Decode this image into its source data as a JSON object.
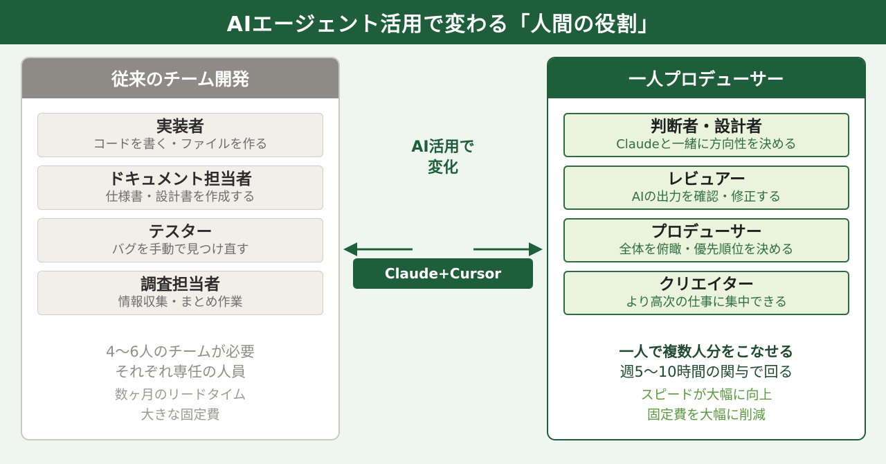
{
  "title": "AIエージェント活用で変わる「人間の役割」",
  "center": {
    "line1": "AI活用で",
    "line2": "変化",
    "tool": "Claude+Cursor"
  },
  "left": {
    "heading": "従来のチーム開発",
    "cards": [
      {
        "title": "実装者",
        "sub": "コードを書く・ファイルを作る"
      },
      {
        "title": "ドキュメント担当者",
        "sub": "仕様書・設計書を作成する"
      },
      {
        "title": "テスター",
        "sub": "バグを手動で見つけ直す"
      },
      {
        "title": "調査担当者",
        "sub": "情報収集・まとめ作業"
      }
    ],
    "summary": [
      "4〜6人のチームが必要",
      "それぞれ専任の人員"
    ],
    "notes": [
      "数ヶ月のリードタイム",
      "大きな固定費"
    ]
  },
  "right": {
    "heading": "一人プロデューサー",
    "cards": [
      {
        "title": "判断者・設計者",
        "sub": "Claudeと一緒に方向性を決める"
      },
      {
        "title": "レビュアー",
        "sub": "AIの出力を確認・修正する"
      },
      {
        "title": "プロデューサー",
        "sub": "全体を俯瞰・優先順位を決める"
      },
      {
        "title": "クリエイター",
        "sub": "より高次の仕事に集中できる"
      }
    ],
    "summary": [
      "一人で複数人分をこなせる",
      "週5〜10時間の関与で回る"
    ],
    "notes": [
      "スピードが大幅に向上",
      "固定費を大幅に削減"
    ]
  },
  "colors": {
    "primary": "#1e5e3a",
    "gray_header": "#8c8b85",
    "background": "#eef6ef",
    "accent_green": "#5a9a3e"
  }
}
